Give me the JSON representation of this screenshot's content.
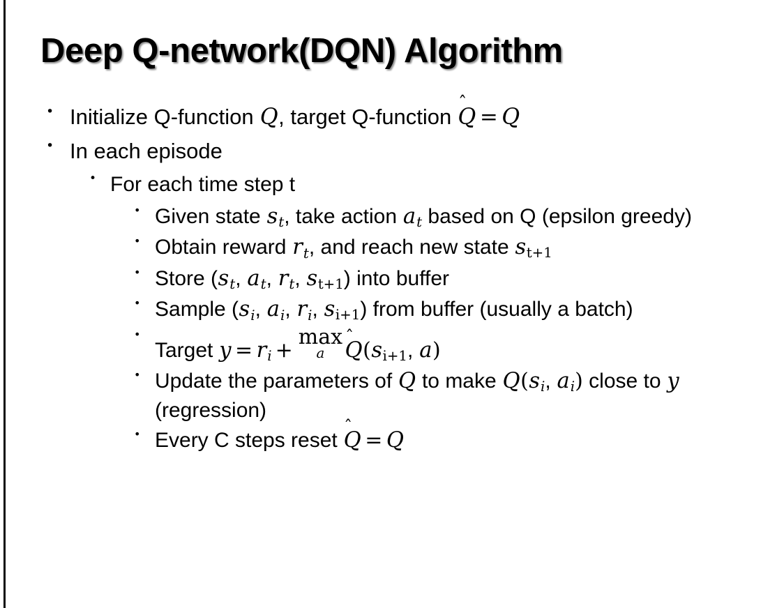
{
  "slide": {
    "title": "Deep Q-network(DQN) Algorithm",
    "background_color": "#ffffff",
    "text_color": "#000000",
    "accent_rule_color": "#0a0a0a",
    "bullet_glyph": "•"
  },
  "bullets": {
    "b1": {
      "level": 1,
      "pre": "Initialize Q-function ",
      "var_q1": "Q",
      "mid": ", target Q-function ",
      "hat_accent": "̂",
      "var_qhat": "Q",
      "equals": "=",
      "var_q2": "Q"
    },
    "b2": {
      "level": 1,
      "text": "In each episode"
    },
    "b3": {
      "level": 2,
      "text": "For each time step t"
    },
    "b4": {
      "level": 3,
      "pre": "Given state ",
      "var_s": "s",
      "sub_s": "t",
      "mid": ", take action ",
      "var_a": "a",
      "sub_a": "t",
      "post": " based on Q (epsilon greedy)"
    },
    "b5": {
      "level": 3,
      "pre": "Obtain reward ",
      "var_r": "r",
      "sub_r": "t",
      "mid": ", and reach new state ",
      "var_s2": "s",
      "sub_s2": "t+1"
    },
    "b6": {
      "level": 3,
      "pre": "Store (",
      "var_s": "s",
      "sub_s": "t",
      "sep1": ", ",
      "var_a": "a",
      "sub_a": "t",
      "sep2": ", ",
      "var_r": "r",
      "sub_r": "t",
      "sep3": ", ",
      "var_s2": "s",
      "sub_s2": "t+1",
      "post": ") into buffer"
    },
    "b7": {
      "level": 3,
      "pre": "Sample (",
      "var_s": "s",
      "sub_s": "i",
      "sep1": ", ",
      "var_a": "a",
      "sub_a": "i",
      "sep2": ", ",
      "var_r": "r",
      "sub_r": "i",
      "sep3": ", ",
      "var_s2": "s",
      "sub_s2": "i+1",
      "post": ") from buffer (usually a batch)"
    },
    "b8": {
      "level": 3,
      "pre": "Target ",
      "var_y": "y",
      "equals": "=",
      "var_r": "r",
      "sub_r": "i",
      "plus": "+",
      "max_op": "max",
      "max_under": "a",
      "hat_accent": "̂",
      "var_qhat": "Q",
      "open": "(",
      "var_s": "s",
      "sub_s": "i+1",
      "comma": ", ",
      "var_a": "a",
      "close": ")"
    },
    "b9": {
      "level": 3,
      "pre": "Update the parameters of ",
      "var_q1": "Q",
      "mid": " to make ",
      "var_q2": "Q",
      "open": "(",
      "var_s": "s",
      "sub_s": "i",
      "comma": ", ",
      "var_a": "a",
      "sub_a": "i",
      "close": ")",
      "post": " close to ",
      "var_y": "y",
      "tail": " (regression)"
    },
    "b10": {
      "level": 3,
      "pre": "Every C steps reset ",
      "hat_accent": "̂",
      "var_qhat": "Q",
      "equals": "=",
      "var_q": "Q"
    }
  }
}
